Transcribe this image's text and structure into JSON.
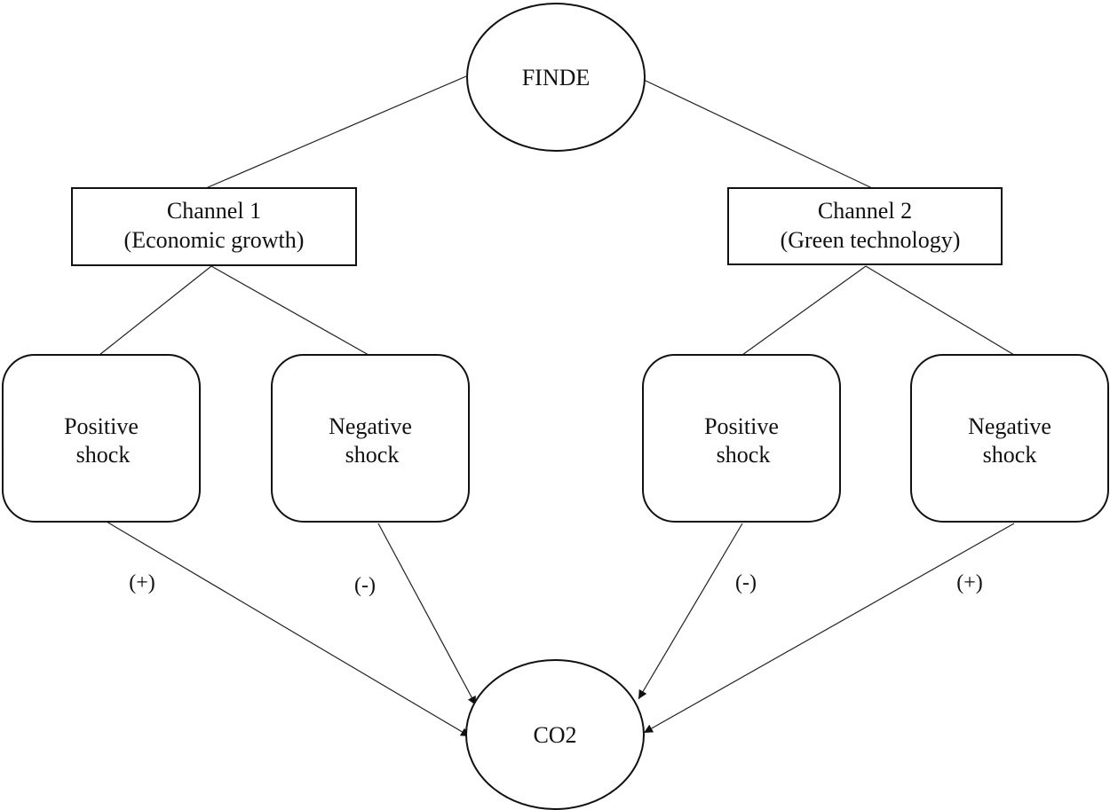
{
  "diagram": {
    "top_node": {
      "label": "FINDE"
    },
    "bottom_node": {
      "label": "CO2"
    },
    "channels": [
      {
        "line1": "Channel 1",
        "line2": "(Economic growth)",
        "shocks": [
          {
            "line1": "Positive",
            "line2": "shock",
            "sign": "(+)"
          },
          {
            "line1": "Negative",
            "line2": "shock",
            "sign": "(-)"
          }
        ]
      },
      {
        "line1": "Channel 2",
        "line2": "(Green technology)",
        "shocks": [
          {
            "line1": "Positive",
            "line2": "shock",
            "sign": "(-)"
          },
          {
            "line1": "Negative",
            "line2": "shock",
            "sign": "(+)"
          }
        ]
      }
    ]
  }
}
